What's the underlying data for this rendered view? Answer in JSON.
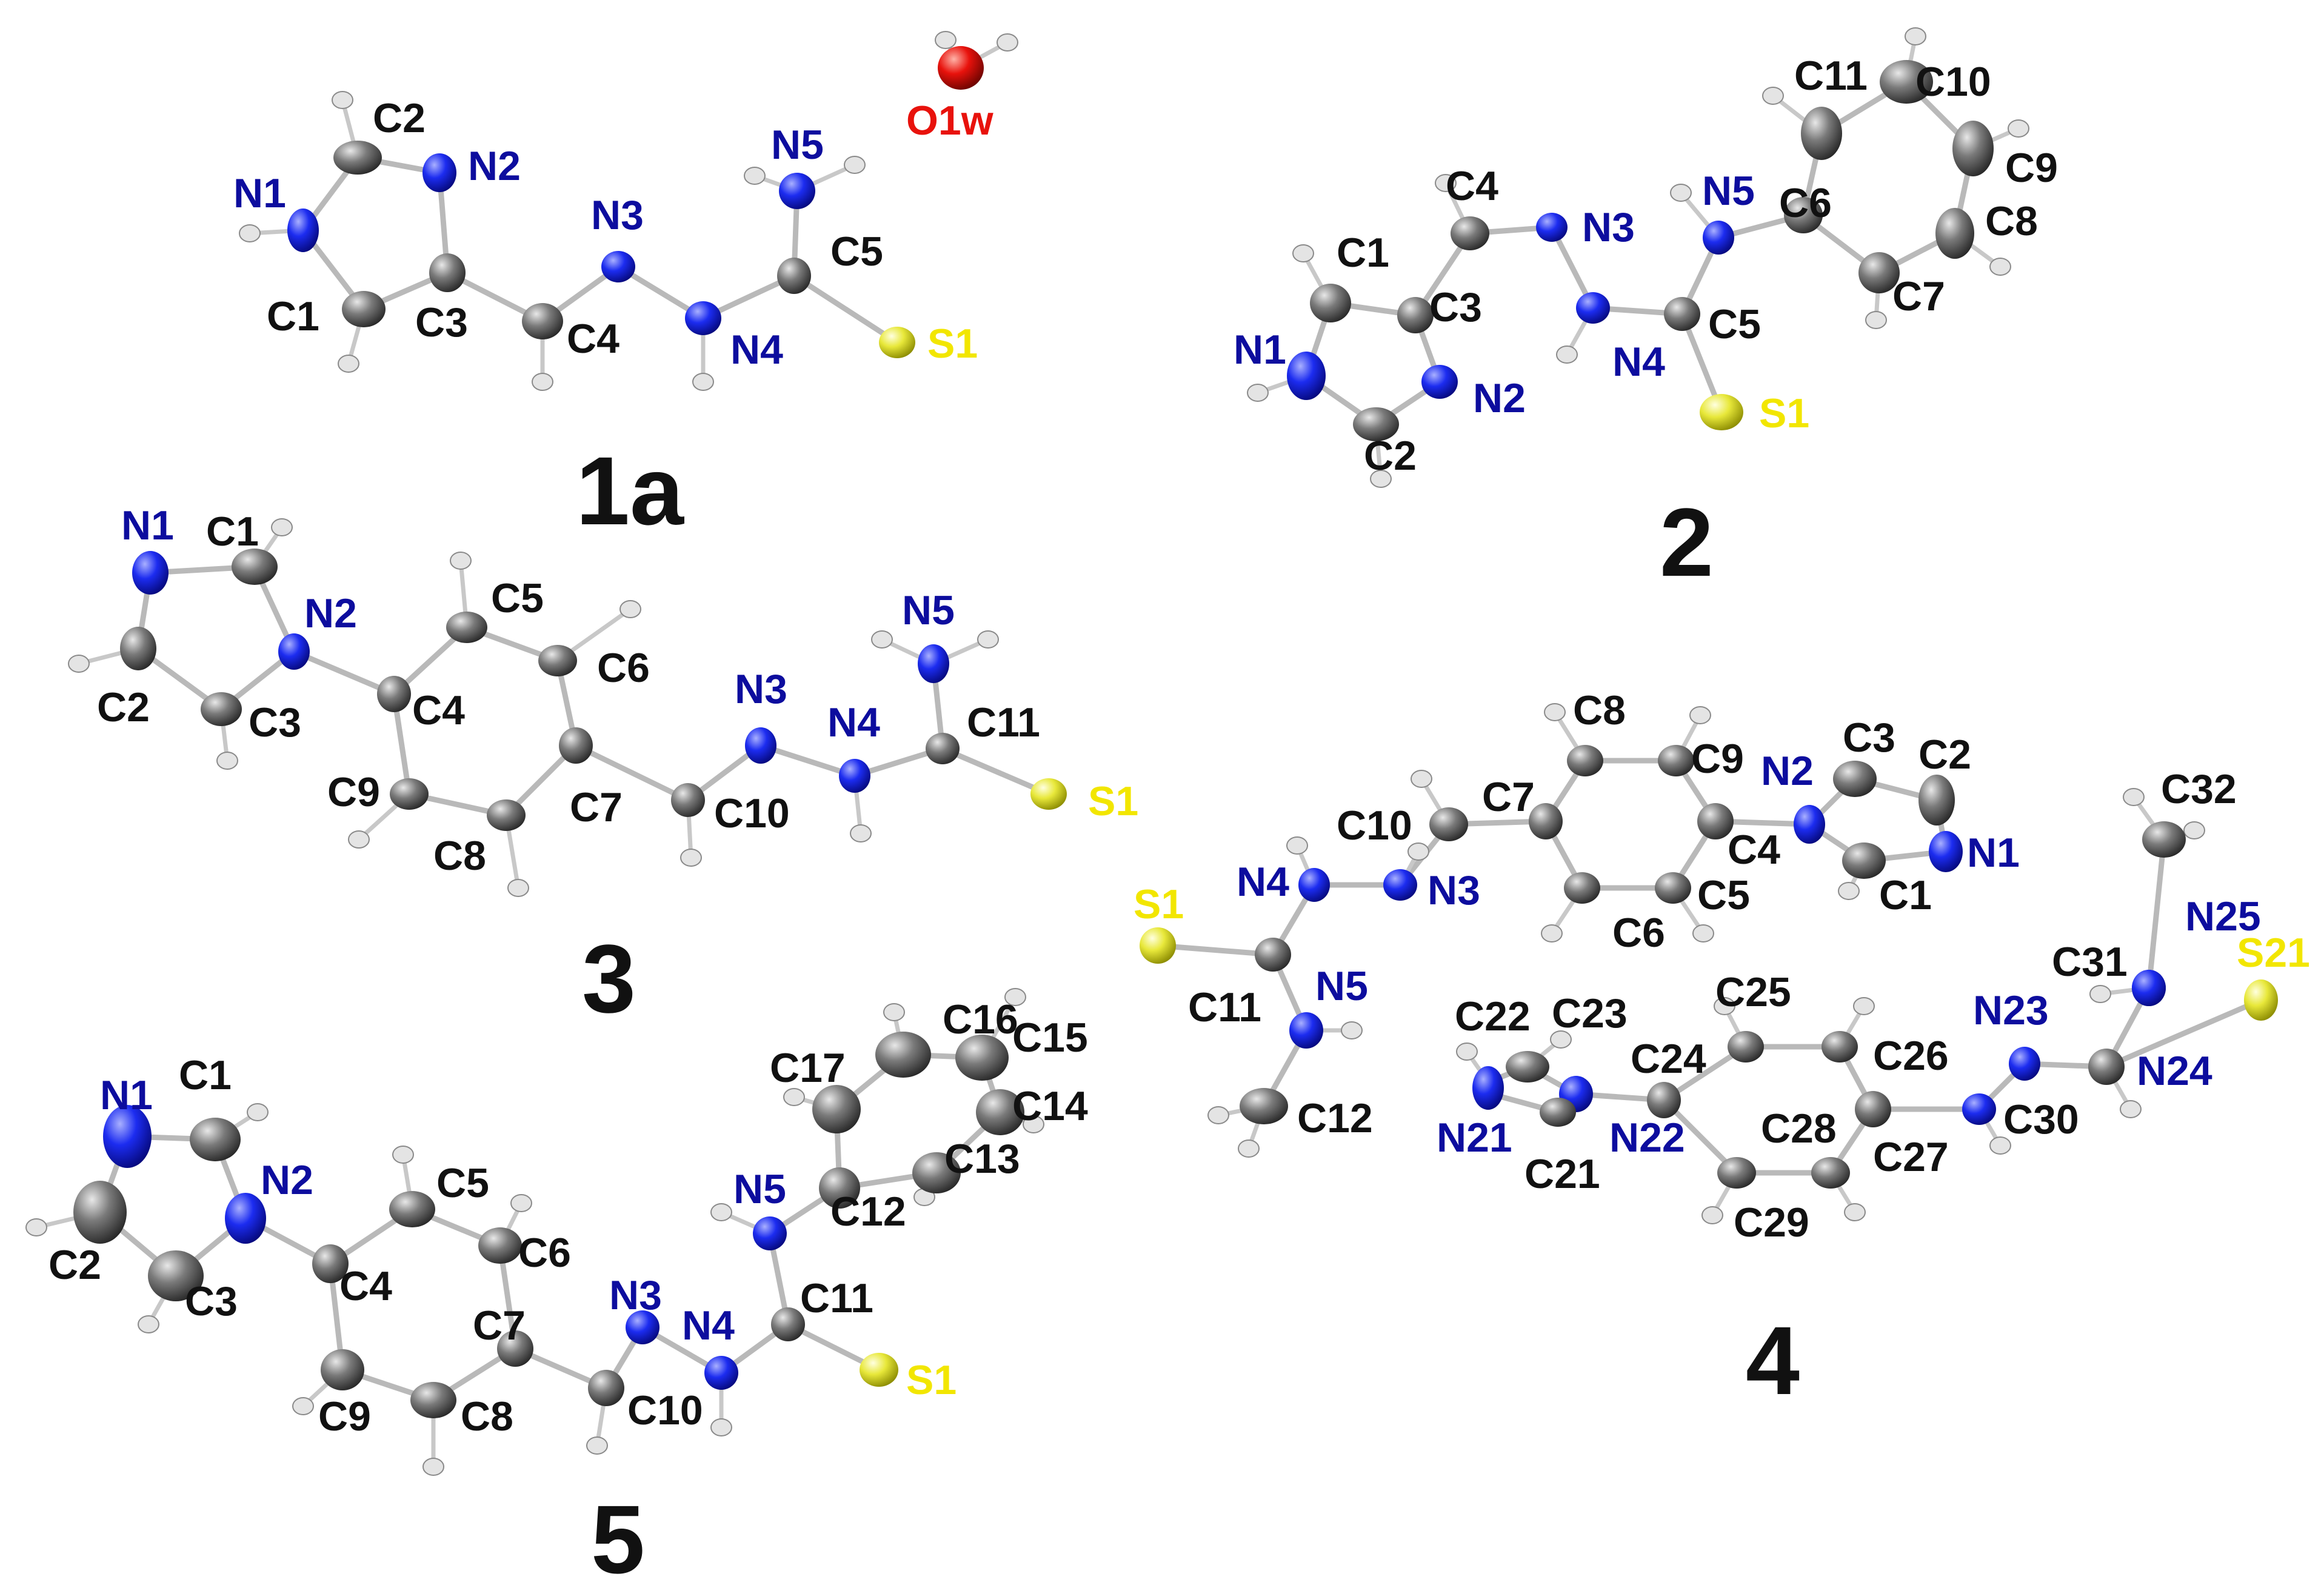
{
  "colors": {
    "C": "#777777",
    "N": "#1a22e6",
    "S": "#e8e84a",
    "O": "#e8120c",
    "H": "#e4e4e4"
  },
  "molecules": [
    {
      "id": "1a",
      "title": "1a",
      "atoms": [
        "C2",
        "N2",
        "N1",
        "N3",
        "N5",
        "O1w",
        "C5",
        "C1",
        "C3",
        "C4",
        "N4",
        "S1"
      ]
    },
    {
      "id": "2",
      "title": "2",
      "atoms": [
        "C11",
        "C10",
        "C4",
        "N5",
        "C6",
        "C9",
        "N3",
        "C8",
        "C1",
        "C3",
        "C5",
        "C7",
        "N1",
        "N4",
        "N2",
        "S1",
        "C2"
      ]
    },
    {
      "id": "3",
      "title": "3",
      "atoms": [
        "N1",
        "C1",
        "N2",
        "C5",
        "N5",
        "C6",
        "N3",
        "C11",
        "N4",
        "C2",
        "C3",
        "C4",
        "S1",
        "C9",
        "C7",
        "C10",
        "C8"
      ]
    },
    {
      "id": "4",
      "title": "4",
      "atoms": [
        "C8",
        "C3",
        "C9",
        "N2",
        "C2",
        "C32",
        "C7",
        "C10",
        "C4",
        "N1",
        "S1",
        "N4",
        "N3",
        "C5",
        "C1",
        "N25",
        "C6",
        "S21",
        "N5",
        "C31",
        "C11",
        "C25",
        "C22",
        "C23",
        "N23",
        "C24",
        "C26",
        "N24",
        "N21",
        "N22",
        "C28",
        "C12",
        "C30",
        "C21",
        "C27",
        "C29"
      ]
    },
    {
      "id": "5",
      "title": "5",
      "atoms": [
        "C16",
        "N1",
        "C1",
        "C15",
        "C17",
        "C14",
        "N2",
        "C5",
        "C13",
        "N5",
        "C6",
        "C12",
        "C2",
        "C4",
        "C3",
        "N3",
        "C11",
        "C7",
        "N4",
        "S1",
        "C9",
        "C8",
        "C10"
      ]
    }
  ]
}
